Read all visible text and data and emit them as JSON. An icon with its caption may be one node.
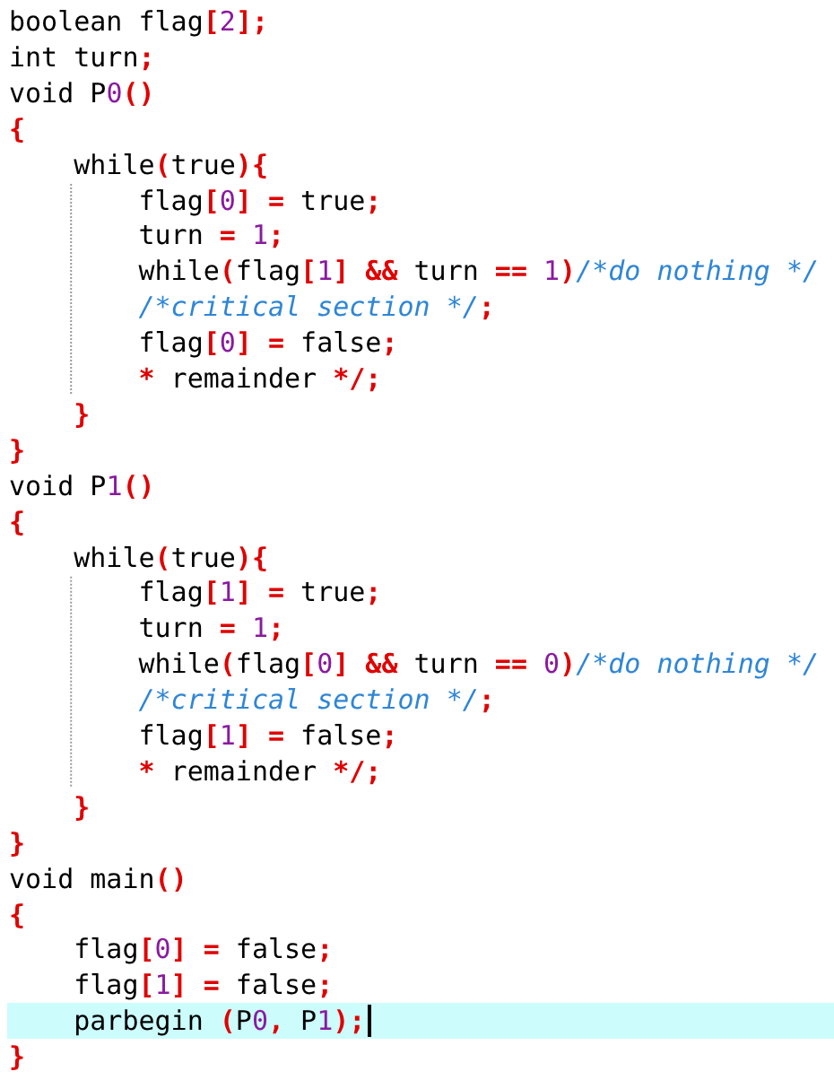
{
  "diagram": {
    "labels": [
      "boolean flag[2];",
      "int turn;",
      "void P0()",
      "{",
      "while(true){",
      "flag[0] = true;",
      "turn = 1;",
      "while(flag[1] && turn == 1)/*do nothing */",
      "/*critical section */;",
      "flag[0] = false;",
      "* remainder */;",
      "}",
      "}",
      "void P1()",
      "{",
      "while(true){",
      "flag[1] = true;",
      "turn = 1;",
      "while(flag[0] && turn == 0)/*do nothing */",
      "/*critical section */;",
      "flag[1] = false;",
      "* remainder */;",
      "}",
      "}",
      "void main()",
      "{",
      "flag[0] = false;",
      "flag[1] = false;",
      "parbegin (P0, P1);",
      "}"
    ]
  }
}
